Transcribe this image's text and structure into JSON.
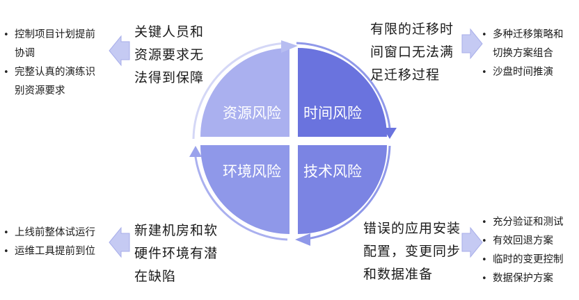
{
  "quadrants": {
    "resource": {
      "label": "资源风险",
      "color": "#aab0ef"
    },
    "time": {
      "label": "时间风险",
      "color": "#6a73de"
    },
    "env": {
      "label": "环境风险",
      "color": "#8f98e9"
    },
    "tech": {
      "label": "技术风险",
      "color": "#7b84e3"
    }
  },
  "risks": {
    "resource": {
      "description": [
        "关键人员和",
        "资源要求无",
        "法得到保障"
      ],
      "measures": [
        "控制项目计划提前",
        "协调",
        "完整认真的演练识",
        "别资源要求"
      ]
    },
    "time": {
      "description": [
        "有限的迁移时",
        "间窗口无法满",
        "足迁移过程"
      ],
      "measures": [
        "多种迁移策略和",
        "切换方案组合",
        "沙盘时间推演"
      ]
    },
    "env": {
      "description": [
        "新建机房和软",
        "硬件环境有潜",
        "在缺陷"
      ],
      "measures": [
        "上线前整体试运行",
        "运维工具提前到位"
      ]
    },
    "tech": {
      "description": [
        "错误的应用安装",
        "配置，变更同步",
        "和数据准备"
      ],
      "measures": [
        "充分验证和测试",
        "有效回退方案",
        "临时的变更控制",
        "数据保护方案"
      ]
    }
  },
  "colors": {
    "arrow": "#c5caf3",
    "arrow_edge": "#a8aeea",
    "ring": "#d4d7f6"
  }
}
